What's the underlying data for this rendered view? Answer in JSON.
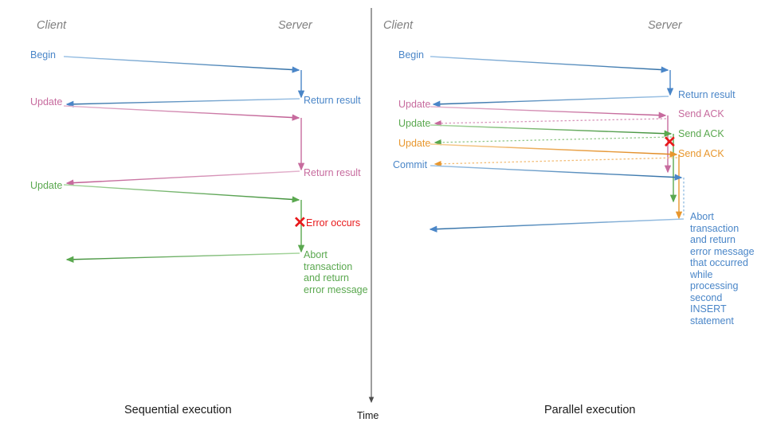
{
  "diagram": {
    "title_sequential": "Sequential execution",
    "title_parallel": "Parallel execution",
    "time_axis_label": "Time",
    "colors": {
      "blue": "#4a86c8",
      "pink": "#c76b9e",
      "green": "#5aa84f",
      "orange": "#e8972e",
      "red": "#e8191b",
      "gray": "#808080",
      "axis": "#4d4d4d",
      "text": "#1a1a1a"
    }
  },
  "left_panel": {
    "name": "sequential-execution",
    "header_client": "Client",
    "header_server": "Server",
    "caption": "Sequential execution",
    "messages": [
      {
        "label": "Begin",
        "color": "blue",
        "dir": "to-server"
      },
      {
        "label": "Return result",
        "color": "blue",
        "dir": "to-client"
      },
      {
        "label": "Update",
        "color": "pink",
        "dir": "to-server"
      },
      {
        "label": "Return result",
        "color": "pink",
        "dir": "to-client"
      },
      {
        "label": "Update",
        "color": "green",
        "dir": "to-server"
      },
      {
        "label": "Error occurs",
        "color": "red",
        "dir": "marker"
      },
      {
        "label": "Abort\ntransaction\nand return\nerror message",
        "color": "green",
        "dir": "to-client"
      }
    ]
  },
  "right_panel": {
    "name": "parallel-execution",
    "header_client": "Client",
    "header_server": "Server",
    "caption": "Parallel execution",
    "messages": [
      {
        "label": "Begin",
        "color": "blue",
        "dir": "to-server"
      },
      {
        "label": "Return result",
        "color": "blue",
        "dir": "to-client"
      },
      {
        "label": "Update",
        "color": "pink",
        "dir": "to-server"
      },
      {
        "label": "Send ACK",
        "color": "pink",
        "dir": "to-client-dotted"
      },
      {
        "label": "Update",
        "color": "green",
        "dir": "to-server"
      },
      {
        "label": "Send ACK",
        "color": "green",
        "dir": "to-client-dotted"
      },
      {
        "label": "Update",
        "color": "orange",
        "dir": "to-server"
      },
      {
        "label": "Send ACK",
        "color": "orange",
        "dir": "to-client-dotted"
      },
      {
        "label": "Commit",
        "color": "blue",
        "dir": "to-server"
      },
      {
        "label": "Error occurs",
        "color": "red",
        "dir": "marker"
      },
      {
        "label": "Abort\ntransaction\nand return\nerror message\nthat occurred\nwhile\nprocessing\nsecond\nINSERT\nstatement",
        "color": "blue",
        "dir": "to-client"
      }
    ]
  },
  "labels": {
    "left": {
      "begin": "Begin",
      "return_result_1": "Return result",
      "update_1": "Update",
      "return_result_2": "Return result",
      "update_2": "Update",
      "error_occurs": "Error occurs",
      "abort_block": "Abort\ntransaction\nand return\nerror message",
      "x_mark": "✗"
    },
    "right": {
      "begin": "Begin",
      "return_result": "Return result",
      "update_1": "Update",
      "send_ack_1": "Send ACK",
      "update_2": "Update",
      "send_ack_2": "Send ACK",
      "update_3": "Update",
      "send_ack_3": "Send ACK",
      "commit": "Commit",
      "abort_block": "Abort\ntransaction\nand return\nerror message\nthat occurred\nwhile\nprocessing\nsecond\nINSERT\nstatement",
      "x_mark": "✗"
    }
  }
}
